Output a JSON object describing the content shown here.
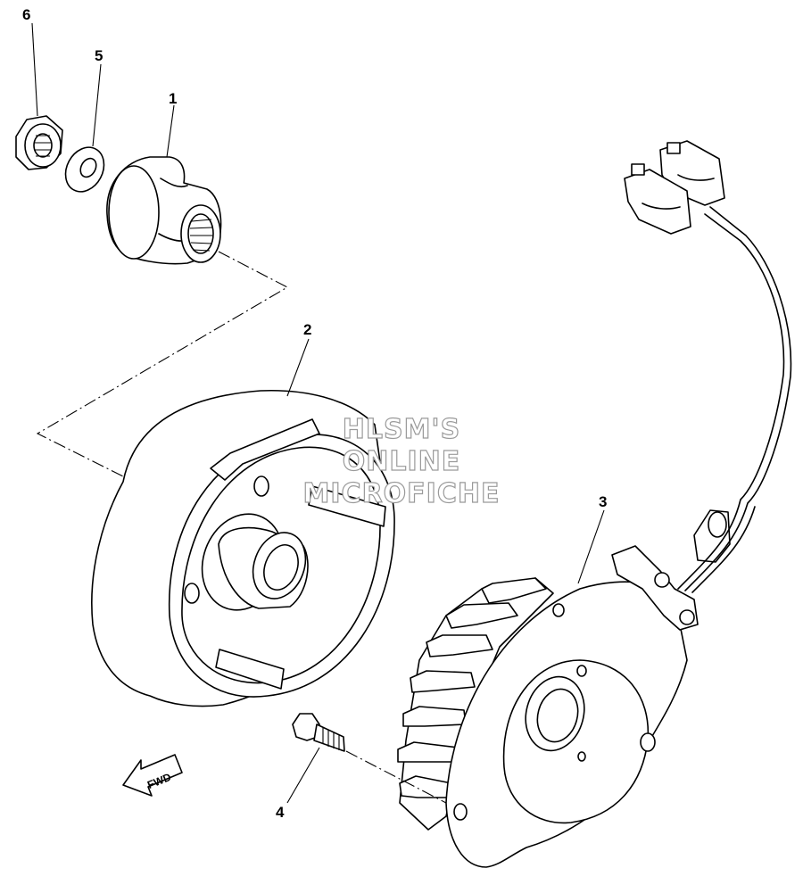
{
  "callouts": {
    "part_1": "1",
    "part_2": "2",
    "part_3": "3",
    "part_4": "4",
    "part_5": "5",
    "part_6": "6"
  },
  "watermark": {
    "line1": "HLSM'S",
    "line2": "ONLINE",
    "line3": "MICROFICHE"
  },
  "direction_arrow": {
    "label": "FWD"
  }
}
